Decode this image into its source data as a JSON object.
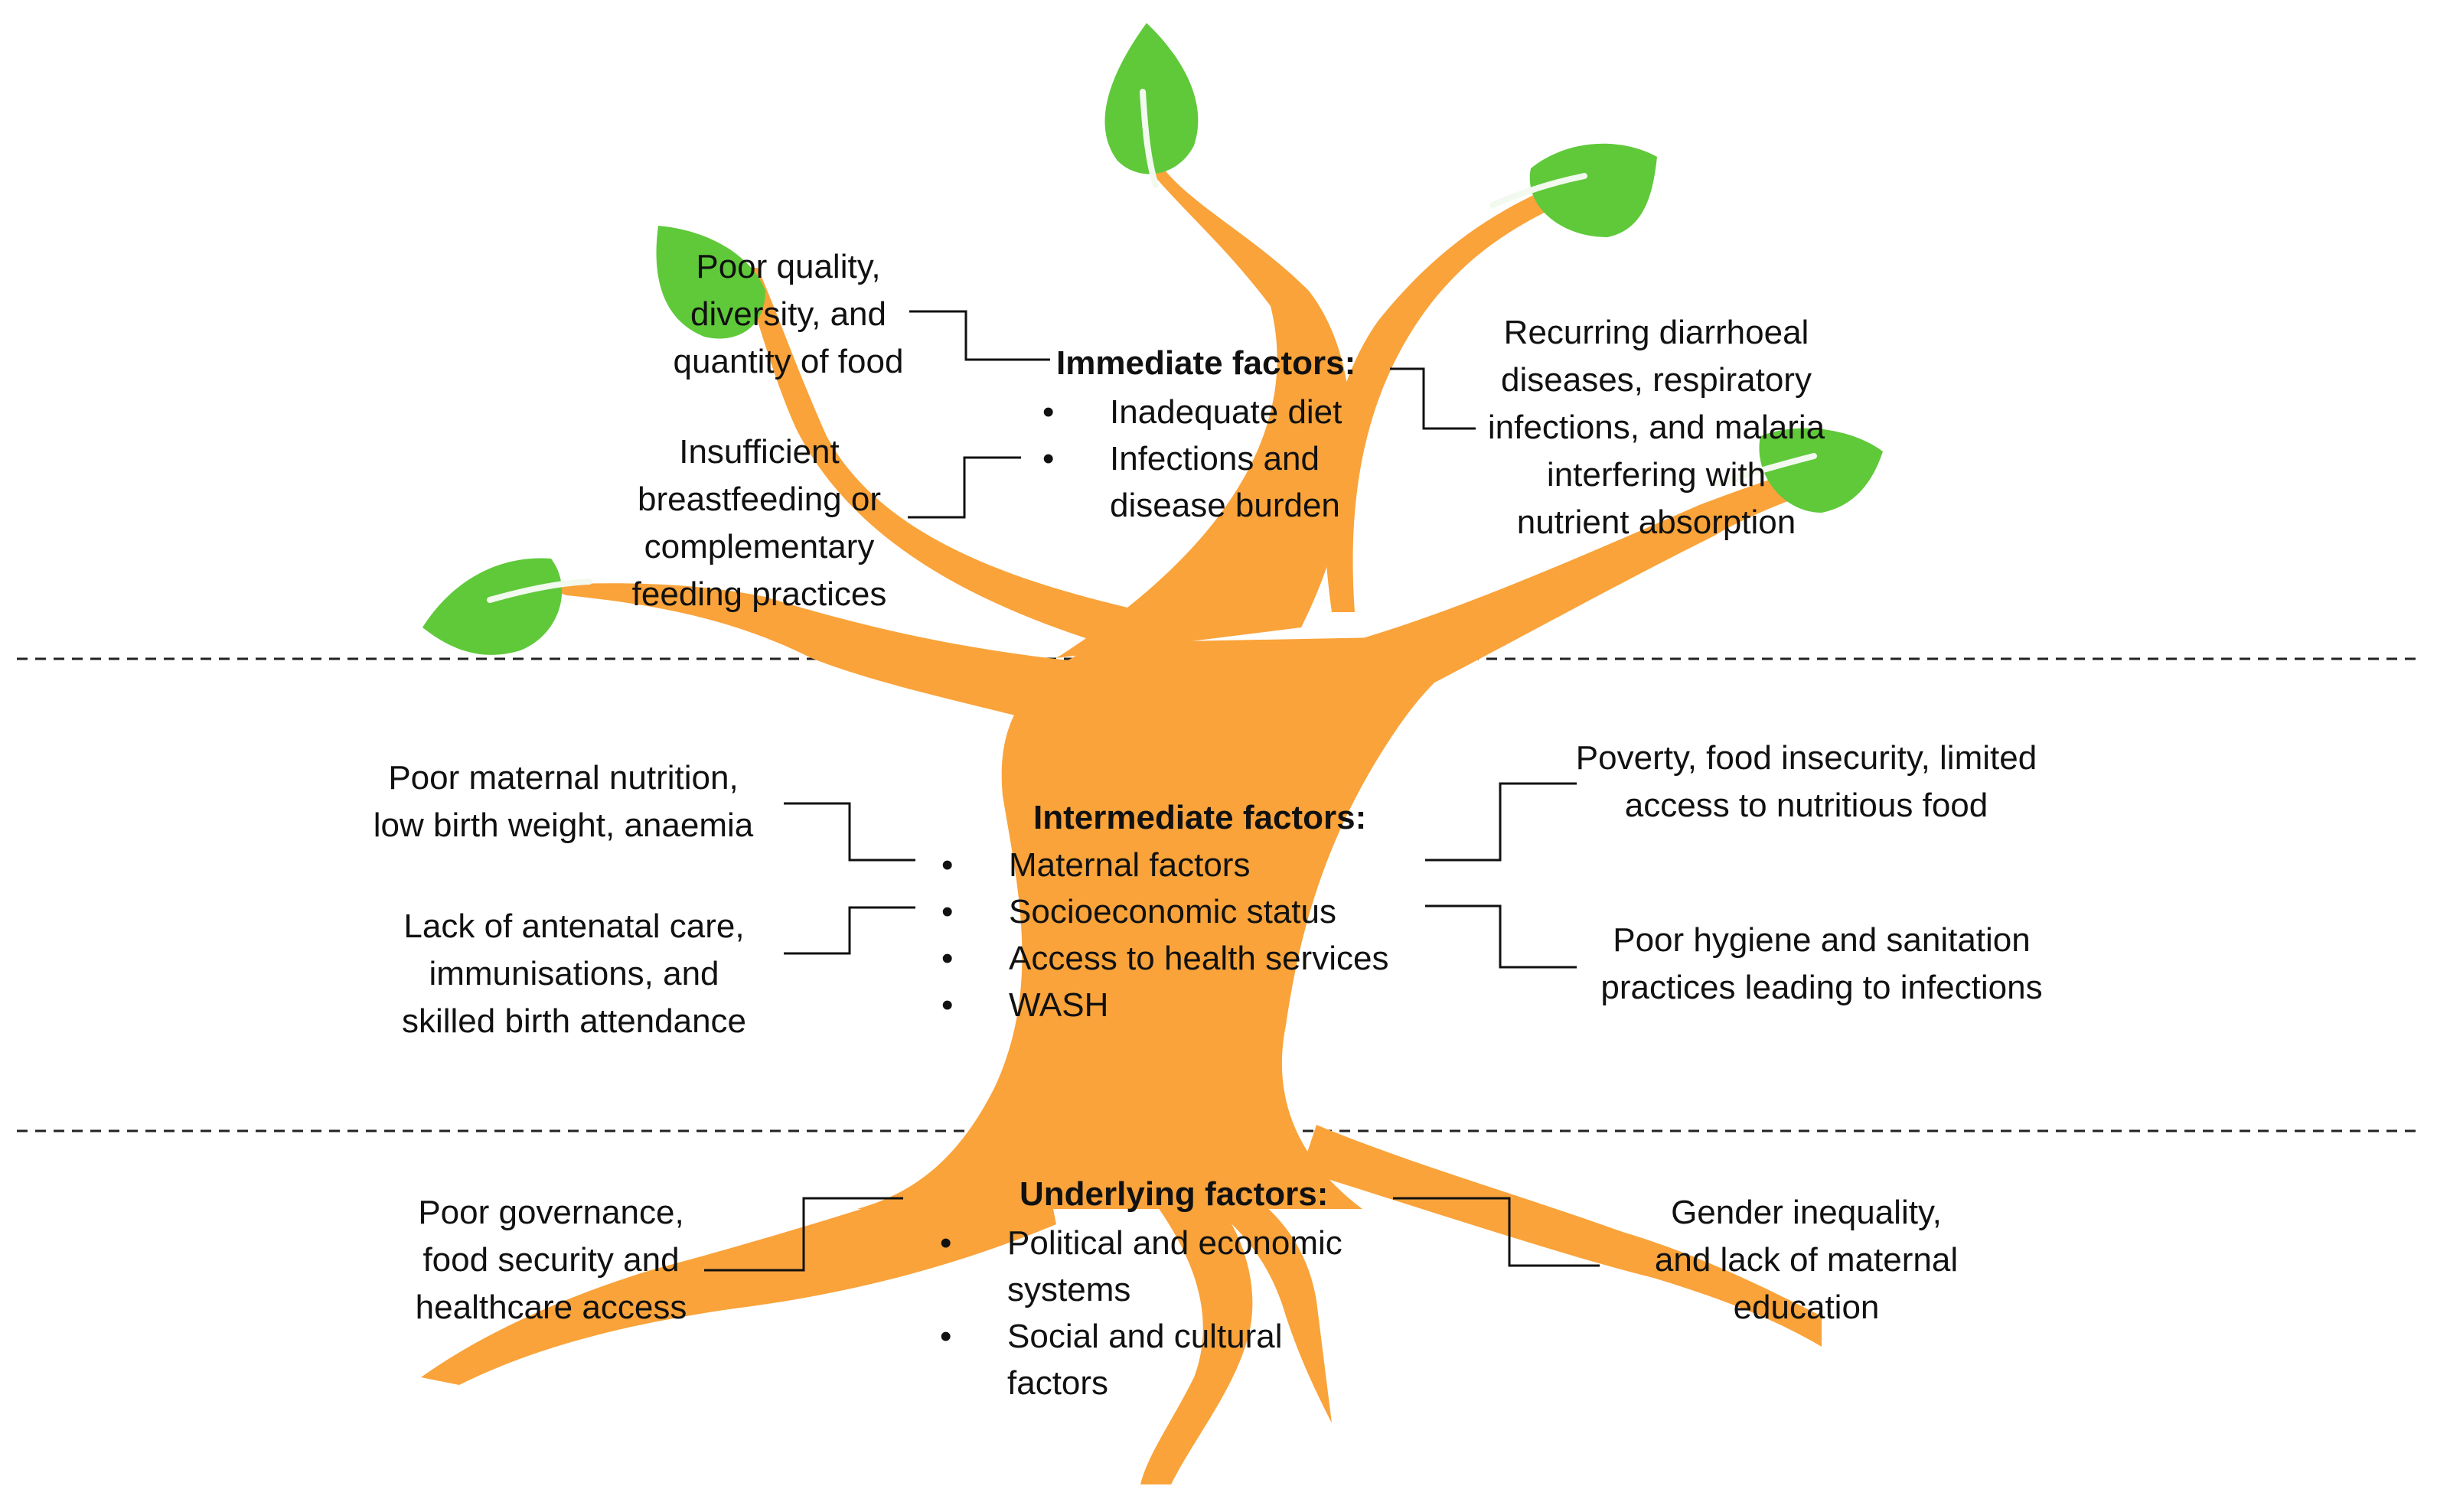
{
  "colors": {
    "trunk": "#f9a33a",
    "leaf": "#5fc93a",
    "leaf_vein": "#f2f9ee",
    "connector": "#111111",
    "divider": "#222222"
  },
  "immediate": {
    "title": "Immediate  factors:",
    "items": [
      "Inadequate diet",
      "Infections and disease burden"
    ],
    "left_top": [
      "Poor quality,",
      "diversity, and",
      "quantity of food"
    ],
    "left_bottom": [
      "Insufficient",
      "breastfeeding or",
      "complementary",
      "feeding practices"
    ],
    "right": [
      "Recurring diarrhoeal",
      "diseases, respiratory",
      "infections, and malaria",
      "interfering with",
      "nutrient absorption"
    ]
  },
  "intermediate": {
    "title": "Intermediate factors:",
    "items": [
      "Maternal factors",
      "Socioeconomic status",
      "Access to health services",
      "WASH"
    ],
    "left_top": [
      "Poor maternal nutrition,",
      "low birth weight, anaemia"
    ],
    "left_bottom": [
      "Lack of antenatal care,",
      "immunisations, and",
      "skilled birth attendance"
    ],
    "right_top": [
      "Poverty, food insecurity, limited",
      "access to nutritious food"
    ],
    "right_bottom": [
      "Poor hygiene and sanitation",
      "practices leading to infections"
    ]
  },
  "underlying": {
    "title": "Underlying factors:",
    "items": [
      "Political and economic systems",
      "Social and cultural factors"
    ],
    "left": [
      "Poor governance,",
      "food security and",
      "healthcare access"
    ],
    "right": [
      "Gender inequality,",
      "and lack of maternal",
      "education"
    ]
  }
}
